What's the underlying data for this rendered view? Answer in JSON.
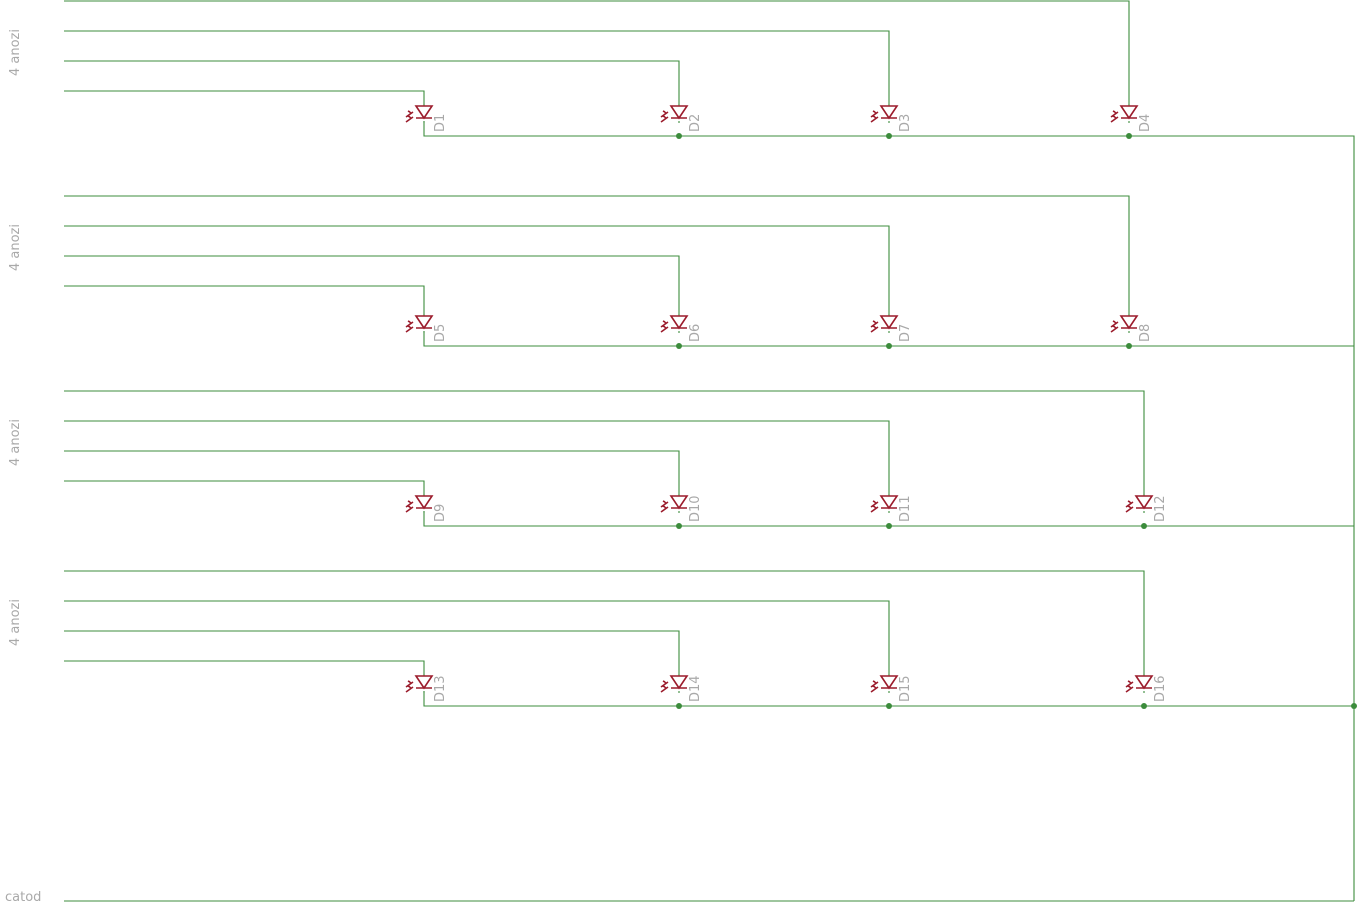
{
  "labels": {
    "anode_groups": [
      "4 anozi",
      "4 anozi",
      "4 anozi",
      "4 anozi"
    ],
    "cathode": "catod"
  },
  "diodes": {
    "row1": [
      "D1",
      "D2",
      "D3",
      "D4"
    ],
    "row2": [
      "D5",
      "D6",
      "D7",
      "D8"
    ],
    "row3": [
      "D9",
      "D10",
      "D11",
      "D12"
    ],
    "row4": [
      "D13",
      "D14",
      "D15",
      "D16"
    ]
  },
  "colors": {
    "wire": "#3c8c3c",
    "led": "#9b1c2c",
    "label": "#a9a9a9"
  }
}
